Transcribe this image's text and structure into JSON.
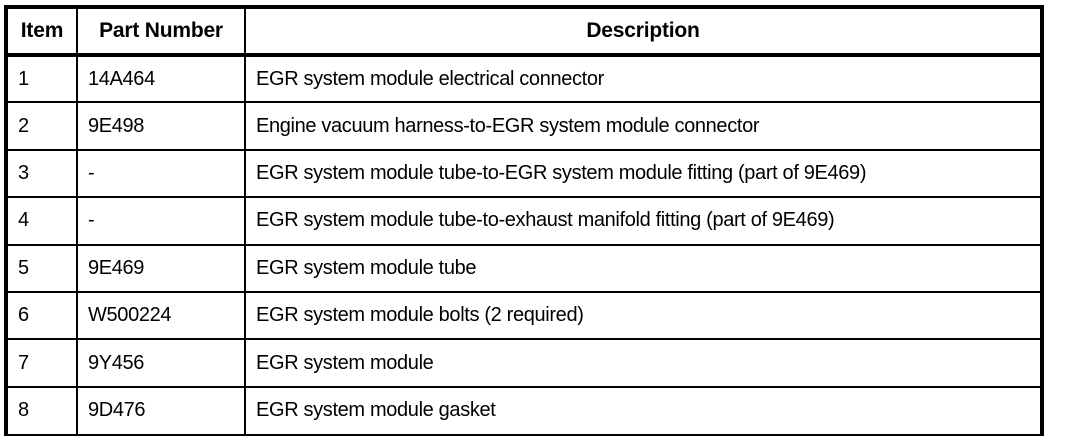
{
  "table": {
    "columns": [
      {
        "key": "item",
        "label": "Item",
        "align": "center"
      },
      {
        "key": "part_number",
        "label": "Part Number",
        "align": "center"
      },
      {
        "key": "description",
        "label": "Description",
        "align": "center"
      }
    ],
    "rows": [
      {
        "item": "1",
        "part_number": "14A464",
        "description": "EGR system module electrical connector"
      },
      {
        "item": "2",
        "part_number": "9E498",
        "description": "Engine vacuum harness-to-EGR system module connector"
      },
      {
        "item": "3",
        "part_number": "-",
        "description": "EGR system module tube-to-EGR system module fitting (part of 9E469)"
      },
      {
        "item": "4",
        "part_number": "-",
        "description": "EGR system module tube-to-exhaust manifold fitting (part of 9E469)"
      },
      {
        "item": "5",
        "part_number": "9E469",
        "description": "EGR system module tube"
      },
      {
        "item": "6",
        "part_number": "W500224",
        "description": "EGR system module bolts (2 required)"
      },
      {
        "item": "7",
        "part_number": "9Y456",
        "description": "EGR system module"
      },
      {
        "item": "8",
        "part_number": "9D476",
        "description": "EGR system module gasket"
      }
    ]
  },
  "colors": {
    "border": "#000000",
    "background": "#ffffff",
    "text": "#000000"
  }
}
